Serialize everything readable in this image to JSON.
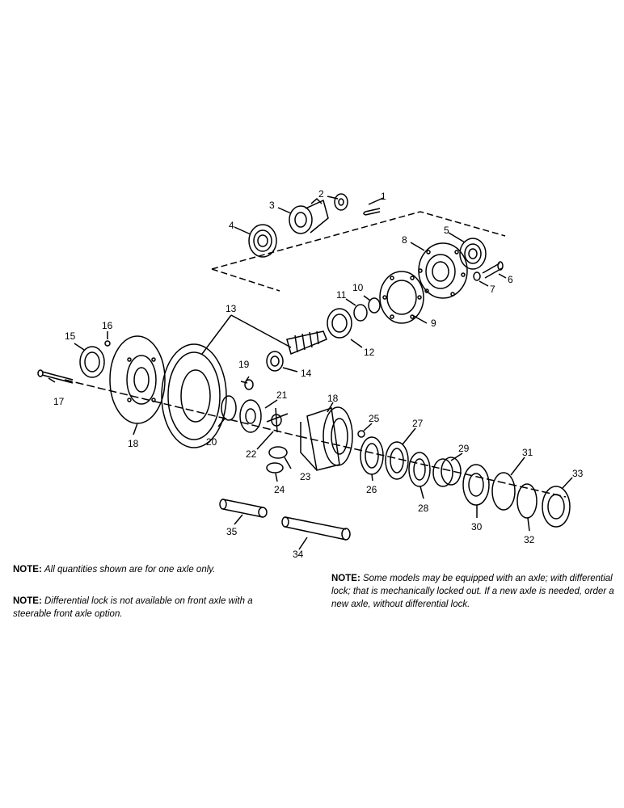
{
  "part_numbers": [
    "1",
    "2",
    "3",
    "4",
    "5",
    "6",
    "7",
    "8",
    "9",
    "10",
    "11",
    "12",
    "13",
    "14",
    "15",
    "16",
    "17",
    "18",
    "18",
    "19",
    "20",
    "21",
    "22",
    "23",
    "24",
    "25",
    "26",
    "27",
    "28",
    "29",
    "30",
    "31",
    "32",
    "33",
    "34",
    "35"
  ],
  "notes": [
    {
      "label": "NOTE:",
      "text": "All quantities shown are for one axle only."
    },
    {
      "label": "NOTE:",
      "text": "Differential lock is not available on front axle with a steerable front axle option."
    },
    {
      "label": "NOTE:",
      "text": "Some models may be equipped with an axle; with differential lock; that is mechanically locked out. If a new axle is needed, order a new axle, without differential lock."
    }
  ]
}
